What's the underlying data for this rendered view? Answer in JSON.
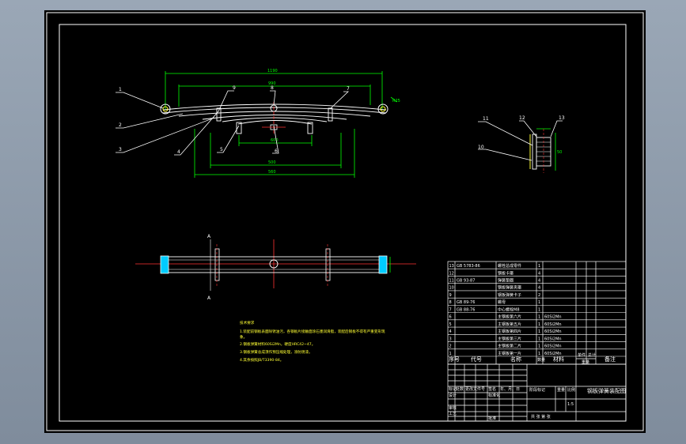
{
  "balloons": [
    "1",
    "2",
    "3",
    "4",
    "5",
    "6",
    "7",
    "8",
    "9",
    "10",
    "11",
    "12",
    "13"
  ],
  "section_marks": [
    "A",
    "A"
  ],
  "tech_notes": {
    "heading": "技术要求",
    "lines": [
      "1.装配前钢板表面除锈油污，各钢板片接触面涂石墨润滑脂，装配后钢板不得有严重变形现",
      "象。",
      "2.钢板弹簧材料60Si2Mn，硬度HRC42~47。",
      "3.钢板弹簧总成须作预压缩处理，涂防锈漆。",
      "4.其余按照JB/T3390-84。"
    ]
  },
  "parts": [
    {
      "no": "13",
      "code": "GB 5783-86",
      "name": "螺栓总成零件",
      "qty": "1",
      "note": ""
    },
    {
      "no": "12",
      "code": "",
      "name": "钢板卡箍",
      "qty": "4",
      "note": ""
    },
    {
      "no": "11",
      "code": "GB 93-87",
      "name": "弹簧垫圈",
      "qty": "4",
      "note": ""
    },
    {
      "no": "10",
      "code": "",
      "name": "钢板弹簧夹箍",
      "qty": "4",
      "note": ""
    },
    {
      "no": "9",
      "code": "",
      "name": "钢板弹簧卡子",
      "qty": "2",
      "note": ""
    },
    {
      "no": "8",
      "code": "GB 89-76",
      "name": "螺母",
      "qty": "1",
      "note": ""
    },
    {
      "no": "7",
      "code": "GB 88-76",
      "name": "中心螺栓M8",
      "qty": "1",
      "note": ""
    },
    {
      "no": "6",
      "code": "",
      "name": "主钢板第六片",
      "qty": "1",
      "note": "60Si2Mn"
    },
    {
      "no": "5",
      "code": "",
      "name": "主钢板第五片",
      "qty": "1",
      "note": "60Si2Mn"
    },
    {
      "no": "4",
      "code": "",
      "name": "主钢板第四片",
      "qty": "1",
      "note": "60Si2Mn"
    },
    {
      "no": "3",
      "code": "",
      "name": "主钢板第三片",
      "qty": "1",
      "note": "60Si2Mn"
    },
    {
      "no": "2",
      "code": "",
      "name": "主钢板第二片",
      "qty": "1",
      "note": "60Si2Mn"
    },
    {
      "no": "1",
      "code": "",
      "name": "主钢板第一片",
      "qty": "1",
      "note": "60Si2Mn"
    }
  ],
  "parts_header": {
    "no": "序号",
    "code": "代号",
    "name": "名称",
    "qty": "数量",
    "material": "材料",
    "unit_weight": "单件",
    "total_weight": "总计",
    "weight": "重量",
    "note": "备注"
  },
  "title_block": {
    "drawing_title": "钢板弹簧装配图",
    "stage_label": "阶段标记",
    "weight_label": "重量",
    "scale_label": "比例",
    "scale_value": "1:5",
    "sheets_label": "共 张 第 张",
    "rows": [
      "标记",
      "处数",
      "更改文件号",
      "签名",
      "年、月、日"
    ],
    "roles": [
      "设计",
      "标准化",
      "审核",
      "工艺",
      "批准"
    ]
  },
  "dimensions": {
    "overall": "1190",
    "chord": "990",
    "center": "600",
    "lower1": "500",
    "lower2": "560",
    "right": "R25",
    "height": "50"
  }
}
